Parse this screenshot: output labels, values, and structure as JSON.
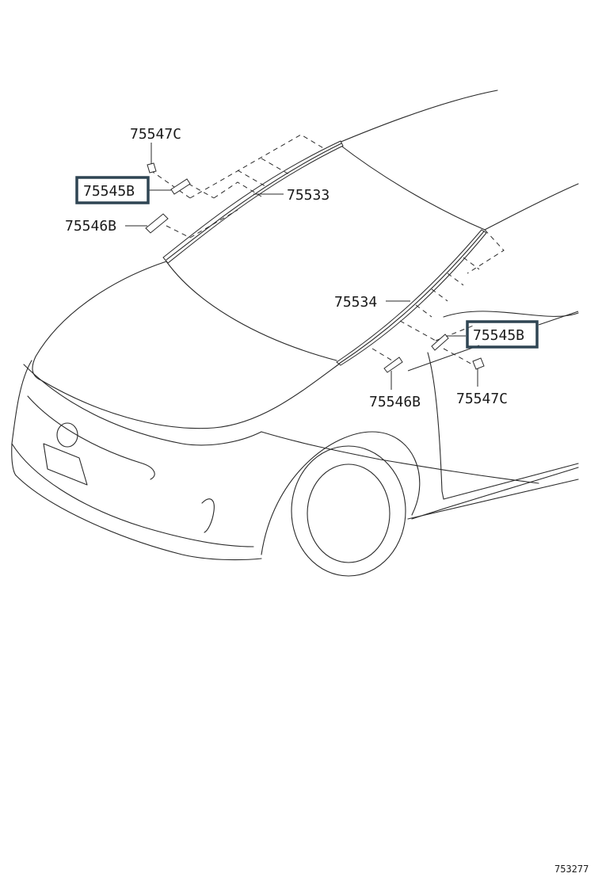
{
  "callouts": {
    "p75547c_left": "75547C",
    "p75545b_left": "75545B",
    "p75546b_left": "75546B",
    "p75533": "75533",
    "p75534": "75534",
    "p75545b_right": "75545B",
    "p75546b_right": "75546B",
    "p75547c_right": "75547C"
  },
  "reference_number": "753277",
  "colors": {
    "highlight": "#2f4553",
    "line": "#2a2a2a",
    "background": "#ffffff"
  }
}
